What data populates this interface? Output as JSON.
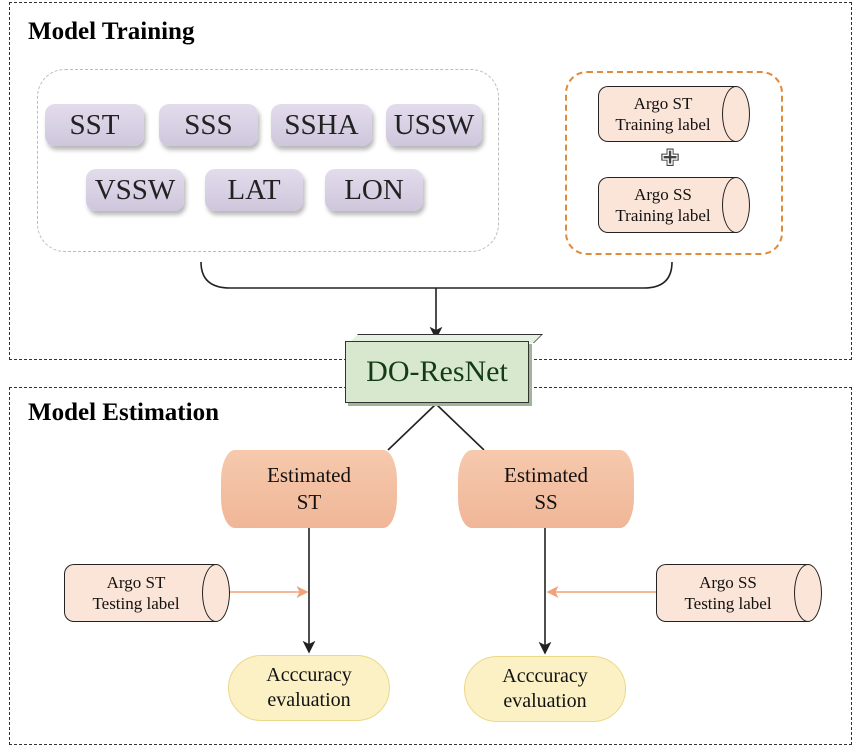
{
  "training": {
    "title": "Model Training",
    "inputs": [
      "SST",
      "SSS",
      "SSHA",
      "USSW",
      "VSSW",
      "LAT",
      "LON"
    ],
    "labels": [
      {
        "line1": "Argo ST",
        "line2": "Training label"
      },
      {
        "line1": "Argo SS",
        "line2": "Training label"
      }
    ],
    "plus": "✙"
  },
  "model": {
    "name": "DO-ResNet"
  },
  "estimation": {
    "title": "Model Estimation",
    "estimated": [
      {
        "line1": "Estimated",
        "line2": "ST"
      },
      {
        "line1": "Estimated",
        "line2": "SS"
      }
    ],
    "testing_labels": [
      {
        "line1": "Argo ST",
        "line2": "Testing label"
      },
      {
        "line1": "Argo SS",
        "line2": "Testing label"
      }
    ],
    "accuracy": [
      {
        "line1": "Acccuracy",
        "line2": "evaluation"
      },
      {
        "line1": "Acccuracy",
        "line2": "evaluation"
      }
    ]
  },
  "colors": {
    "chip": "#d8d0e4",
    "label_fill": "#fbe4d8",
    "label_group_border": "#e08a3c",
    "model_fill": "#d7e8cf",
    "estimated_fill": "#f4c0a2",
    "accuracy_fill": "#fbf1c4",
    "testing_arrow": "#f0a27a"
  }
}
